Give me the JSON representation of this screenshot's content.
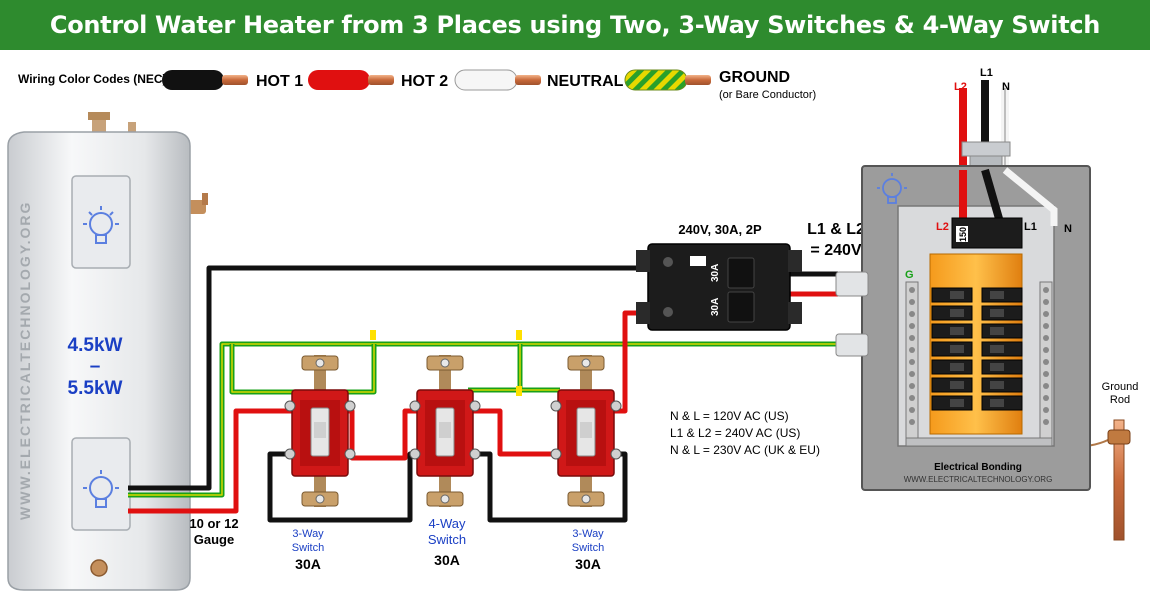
{
  "title": "Control Water Heater from 3 Places using Two, 3-Way Switches & 4-Way Switch",
  "legend": {
    "heading": "Wiring Color Codes (NEC)",
    "items": [
      {
        "label": "HOT 1",
        "color": "#111111"
      },
      {
        "label": "HOT 2",
        "color": "#e01010"
      },
      {
        "label": "NEUTRAL",
        "color": "#f4f4f4"
      },
      {
        "label": "GROUND",
        "color": "#d8c400"
      }
    ],
    "ground_note": "(or Bare Conductor)"
  },
  "heater": {
    "power_top": "4.5kW",
    "power_dash": "–",
    "power_bottom": "5.5kW",
    "watermark": "WWW.ELECTRICALTECHNOLOGY.ORG"
  },
  "cable_gauge": [
    "10 or 12",
    "Gauge"
  ],
  "breaker": {
    "rating": "240V, 30A, 2P",
    "pole_1": "30A",
    "pole_2": "30A"
  },
  "supply_label": [
    "L1 & L2",
    "= 240V"
  ],
  "switches": [
    {
      "type_line1": "3-Way",
      "type_line2": "Switch",
      "rating": "30A"
    },
    {
      "type_line1": "4-Way",
      "type_line2": "Switch",
      "rating": "30A"
    },
    {
      "type_line1": "3-Way",
      "type_line2": "Switch",
      "rating": "30A"
    }
  ],
  "voltage_notes": [
    "N & L = 120V AC (US)",
    "L1 & L2 = 240V AC (US)",
    "N & L = 230V AC (UK & EU)"
  ],
  "panel": {
    "service_labels": {
      "l1": "L1",
      "l2": "L2",
      "n": "N"
    },
    "main_breaker_labels": {
      "l2": "L2",
      "l1": "L1",
      "rating": "150"
    },
    "neutral_bar": "N",
    "ground_bar": "G",
    "bonding": "Electrical Bonding",
    "website": "WWW.ELECTRICALTECHNOLOGY.ORG"
  },
  "ground_rod": [
    "Ground",
    "Rod"
  ]
}
